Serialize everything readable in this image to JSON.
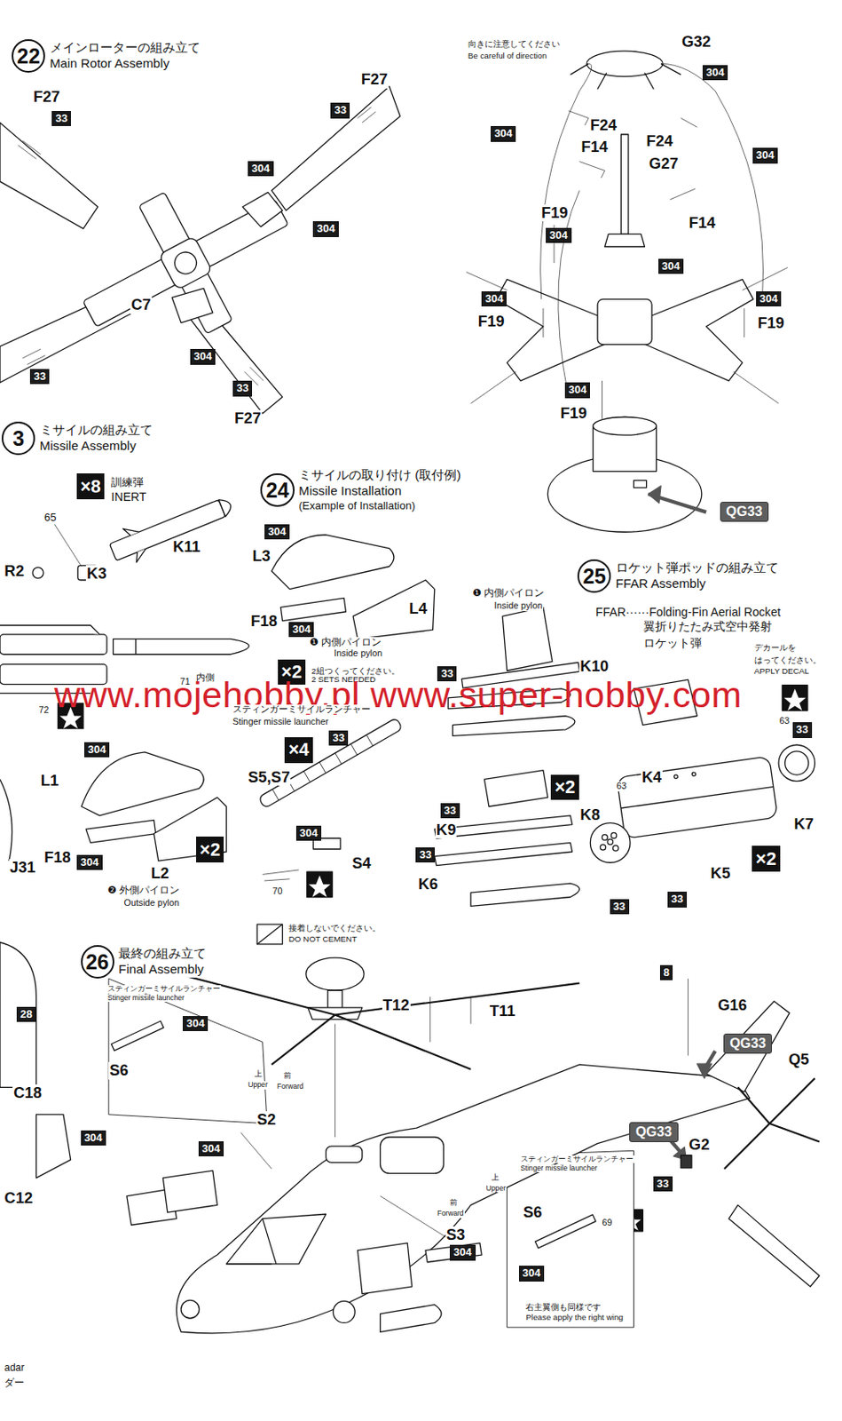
{
  "diagram": {
    "nodes": [
      {
        "text": [
          "22",
          "メインローターの組み立て",
          "Main Rotor Assembly"
        ]
      },
      {
        "text": [
          "33"
        ]
      },
      {
        "text": [
          "304"
        ]
      },
      {
        "text": [
          "304"
        ]
      },
      {
        "text": [
          "33"
        ]
      },
      {
        "text": [
          "304"
        ]
      },
      {
        "text": [
          "304"
        ]
      },
      {
        "text": [
          "304"
        ]
      },
      {
        "text": [
          "304"
        ]
      },
      {
        "text": [
          "304"
        ]
      },
      {
        "text": [
          "304"
        ]
      },
      {
        "text": [
          "304"
        ]
      },
      {
        "text": [
          "304"
        ]
      },
      {
        "text": [
          "33"
        ]
      },
      {
        "text": [
          "33"
        ]
      },
      {
        "text": [
          "304"
        ]
      },
      {
        "text": [
          "3",
          "ミサイルの組み立て",
          "Missile Assembly"
        ]
      },
      {
        "text": [
          "24",
          "ミサイルの取り付け (取付例)",
          "Missile Installation",
          "(Example of Installation)"
        ]
      },
      {
        "text": [
          "×8"
        ]
      },
      {
        "text": [
          "QG33"
        ]
      },
      {
        "text": [
          "304"
        ]
      },
      {
        "text": [
          "25",
          "ロケット弾ポッドの組み立て",
          "FFAR Assembly"
        ]
      },
      {
        "text": [
          "304"
        ]
      },
      {
        "text": [
          "×2"
        ]
      },
      {
        "text": [
          "33"
        ]
      },
      {
        "text": [
          "304"
        ]
      },
      {
        "text": [
          "33"
        ]
      },
      {
        "text": [
          "33"
        ]
      },
      {
        "text": [
          "×4"
        ]
      },
      {
        "text": [
          "×2"
        ]
      },
      {
        "text": [
          "33"
        ]
      },
      {
        "text": [
          "304"
        ]
      },
      {
        "text": [
          "×2"
        ]
      },
      {
        "text": [
          "×2"
        ]
      },
      {
        "text": [
          "33"
        ]
      },
      {
        "text": [
          "304"
        ]
      },
      {
        "text": [
          "33"
        ]
      },
      {
        "text": [
          "33"
        ]
      },
      {
        "text": [
          "26",
          "最終の組み立て",
          "Final Assembly"
        ]
      },
      {
        "text": [
          "8"
        ]
      },
      {
        "text": [
          "28"
        ]
      },
      {
        "text": [
          "304"
        ]
      },
      {
        "text": [
          "QG33"
        ]
      },
      {
        "text": [
          "QG33"
        ]
      },
      {
        "text": [
          "304"
        ]
      },
      {
        "text": [
          "304"
        ]
      },
      {
        "text": [
          "33"
        ]
      },
      {
        "text": [
          "304"
        ]
      },
      {
        "text": [
          "304"
        ]
      }
    ],
    "labels": [
      "向きに注意してください",
      "Be careful of direction",
      "F27",
      "F27",
      "G32",
      "F24",
      "F14",
      "F24",
      "G27",
      "F19",
      "F14",
      "C7",
      "F19",
      "F19",
      "F19",
      "F27",
      "訓練弾",
      "INERT",
      "65",
      "K11",
      "K3",
      "R2",
      "L3",
      "❶ 内側パイロン",
      "Inside pylon",
      "L4",
      "FFAR······Folding-Fin Aerial Rocket",
      "F18",
      "翼折りたたみ式空中発射",
      "❶ 内側パイロン",
      "ロケット弾",
      "デカールを",
      "Inside pylon",
      "はってください。",
      "K10",
      "2組つくってください。",
      "APPLY DECAL",
      "内側",
      "2 SETS NEEDED",
      "71",
      "www.mojehobby.pl www.super-hobby.com",
      "スティンガーミサイルランチャー",
      "72",
      "63",
      "Stinger missile launcher",
      "S5,S7",
      "K4",
      "L1",
      "63",
      "K8",
      "K7",
      "K9",
      "F18",
      "S4",
      "J31",
      "L2",
      "K5",
      "K6",
      "❷ 外側パイロン",
      "70",
      "Outside pylon",
      "接着しないでください。",
      "DO NOT CEMENT",
      "スティンガーミサイルランチャー",
      "Stinger missile launcher",
      "T12",
      "G16",
      "T11",
      "Q5",
      "S6",
      "上",
      "前",
      "Upper",
      "Forward",
      "C18",
      "S2",
      "G2",
      "スティンガーミサイルランチャー",
      "Stinger missile launcher",
      "上",
      "Upper",
      "C12",
      "前",
      "S6",
      "Forward",
      "69",
      "S3",
      "右主翼側も同様です",
      "Please apply the right wing",
      "adar",
      "ダー"
    ]
  }
}
